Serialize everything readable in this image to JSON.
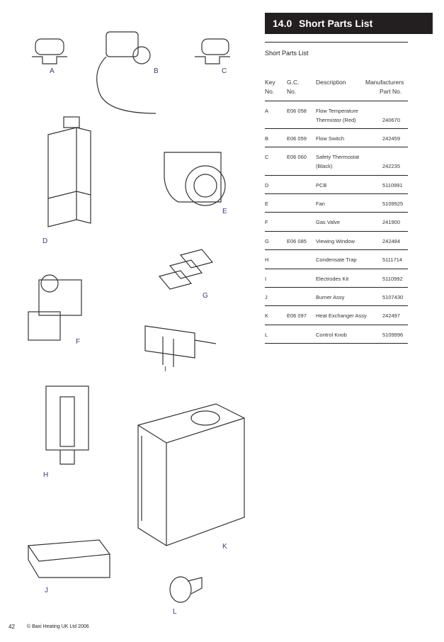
{
  "section": {
    "number": "14.0",
    "title": "Short Parts List"
  },
  "subtitle": "Short Parts List",
  "table": {
    "headers": {
      "key": [
        "Key",
        "No."
      ],
      "gc": [
        "G.C.",
        "No."
      ],
      "description": "Description",
      "part": [
        "Manufacturers",
        "Part No."
      ]
    },
    "rows": [
      {
        "key": "A",
        "gc": "E06 058",
        "desc": [
          "Flow Temperature",
          "Thermistor (Red)"
        ],
        "part": "240670"
      },
      {
        "key": "B",
        "gc": "E06 059",
        "desc": [
          "Flow Switch"
        ],
        "part": "242459"
      },
      {
        "key": "C",
        "gc": "E06 060",
        "desc": [
          "Safety Thermostat",
          "(Black)"
        ],
        "part": "242235"
      },
      {
        "key": "D",
        "gc": "",
        "desc": [
          "PCB"
        ],
        "part": "5110991"
      },
      {
        "key": "E",
        "gc": "",
        "desc": [
          "Fan"
        ],
        "part": "5109925"
      },
      {
        "key": "F",
        "gc": "",
        "desc": [
          "Gas Valve"
        ],
        "part": "241900"
      },
      {
        "key": "G",
        "gc": "E06 085",
        "desc": [
          "Viewing Window"
        ],
        "part": "242484"
      },
      {
        "key": "H",
        "gc": "",
        "desc": [
          "Condensate Trap"
        ],
        "part": "5111714"
      },
      {
        "key": "I",
        "gc": "",
        "desc": [
          "Electrodes Kit"
        ],
        "part": "5110992"
      },
      {
        "key": "J",
        "gc": "",
        "desc": [
          "Burner Assy"
        ],
        "part": "5107430"
      },
      {
        "key": "K",
        "gc": "E06 097",
        "desc": [
          "Heat Exchanger Assy"
        ],
        "part": "242497"
      },
      {
        "key": "L",
        "gc": "",
        "desc": [
          "Control Knob"
        ],
        "part": "5109996"
      }
    ]
  },
  "figure_labels": [
    "A",
    "B",
    "C",
    "D",
    "E",
    "F",
    "G",
    "H",
    "I",
    "J",
    "K",
    "L"
  ],
  "footer": {
    "page": "42",
    "copyright": "© Baxi Heating UK Ltd 2006"
  }
}
